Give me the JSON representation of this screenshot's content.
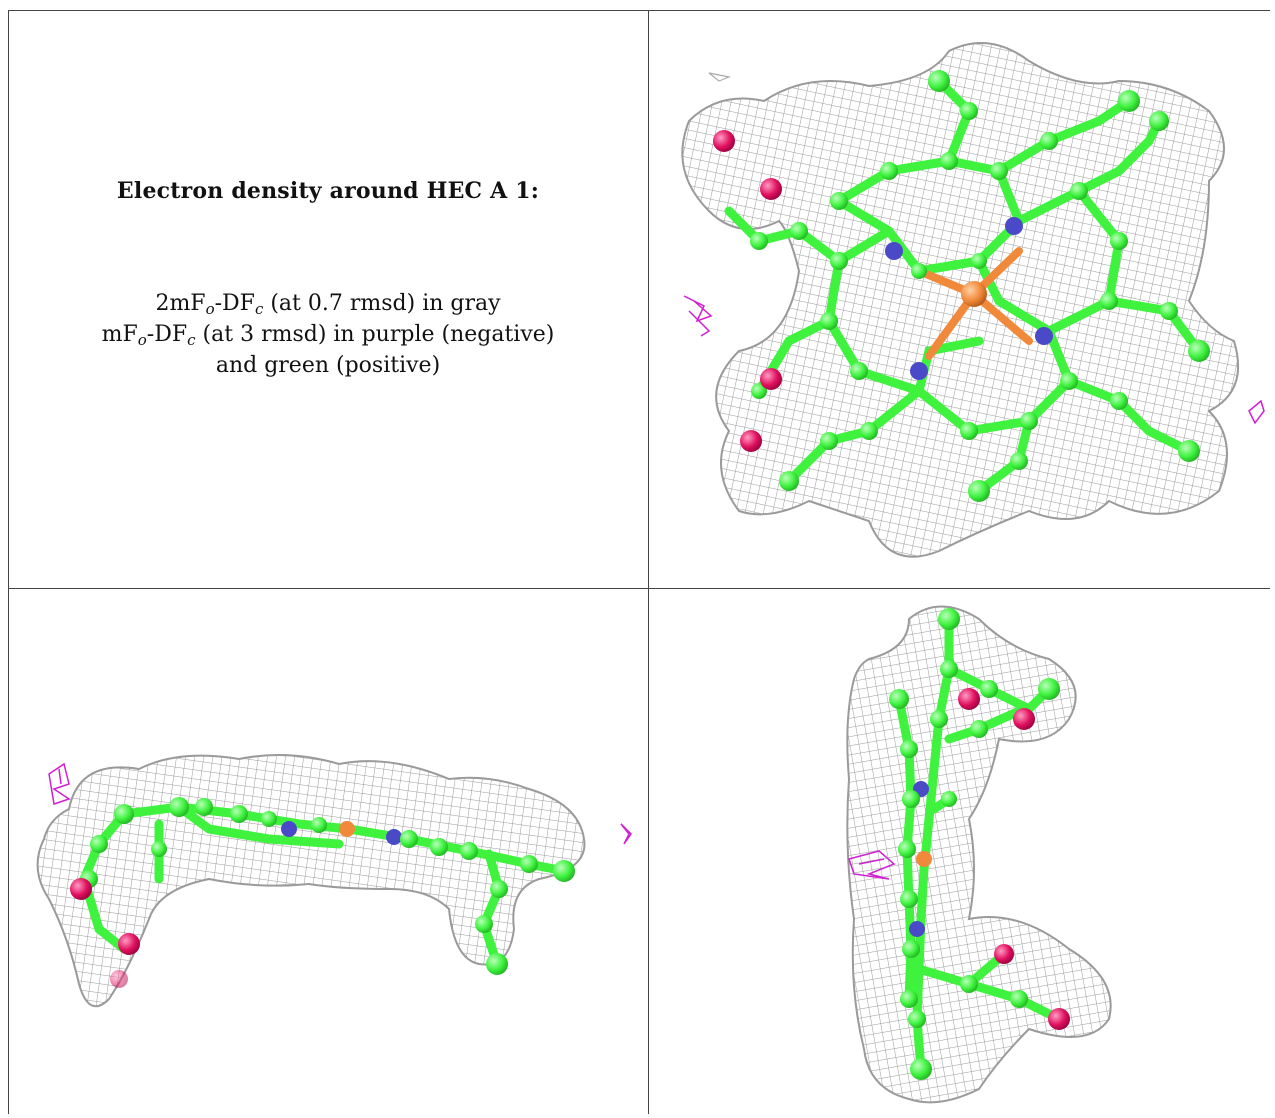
{
  "caption": {
    "title": "Electron density around HEC A 1:",
    "line1": {
      "pre": "2mF",
      "sub1": "o",
      "mid": "-DF",
      "sub2": "c",
      "post": " (at 0.7 rmsd) in gray"
    },
    "line2": {
      "pre": "mF",
      "sub1": "o",
      "mid": "-DF",
      "sub2": "c",
      "post": " (at 3 rmsd) in purple (negative)"
    },
    "line3": "and green (positive)"
  },
  "colors": {
    "mesh": "#9a9a9a",
    "carbon": "#3ef23e",
    "nitrogen": "#4a4ac8",
    "oxygen": "#e0115f",
    "iron": "#f08a3a",
    "negative_density": "#d21fd2",
    "border": "#444444"
  },
  "panels": [
    {
      "view": "top",
      "icon": "heme-top-view"
    },
    {
      "view": "edge-on horizontal",
      "icon": "heme-side-view"
    },
    {
      "view": "edge-on vertical",
      "icon": "heme-end-view"
    }
  ]
}
